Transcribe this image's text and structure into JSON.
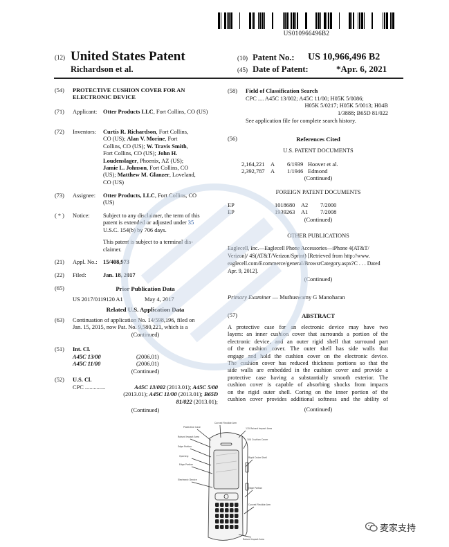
{
  "barcode_number": "US010966496B2",
  "header": {
    "code12": "(12)",
    "doc_type": "United States Patent",
    "inventors_short": "Richardson et al.",
    "code10": "(10)",
    "patent_no_label": "Patent No.:",
    "patent_no": "US 10,966,496 B2",
    "code45": "(45)",
    "date_label": "Date of Patent:",
    "date": "*Apr. 6, 2021"
  },
  "left": {
    "f54": {
      "code": "(54)",
      "title": "PROTECTIVE CUSHION COVER FOR AN ELECTRONIC DEVICE"
    },
    "f71": {
      "code": "(71)",
      "label": "Applicant:",
      "name": "Otter Products LLC",
      "rest": ", Fort Collins, CO (US)"
    },
    "f72": {
      "code": "(72)",
      "label": "Inventors:",
      "lines": [
        [
          {
            "t": "Curtis R. Richardson",
            "b": true
          },
          {
            "t": ", Fort Collins,"
          }
        ],
        [
          {
            "t": "CO (US); "
          },
          {
            "t": "Alan V. Morine",
            "b": true
          },
          {
            "t": ", Fort"
          }
        ],
        [
          {
            "t": "Collins, CO (US); "
          },
          {
            "t": "W. Travis Smith",
            "b": true
          },
          {
            "t": ","
          }
        ],
        [
          {
            "t": "Fort Collins, CO (US); "
          },
          {
            "t": "John H.",
            "b": true
          }
        ],
        [
          {
            "t": "Loudenslager",
            "b": true
          },
          {
            "t": ", Phoenix, AZ (US);"
          }
        ],
        [
          {
            "t": "Jamie L. Johnson",
            "b": true
          },
          {
            "t": ", Fort Collins, CO"
          }
        ],
        [
          {
            "t": "(US); "
          },
          {
            "t": "Matthew M. Glanzer",
            "b": true
          },
          {
            "t": ", Loveland,"
          }
        ],
        [
          {
            "t": "CO (US)"
          }
        ]
      ]
    },
    "f73": {
      "code": "(73)",
      "label": "Assignee:",
      "name": "Otter Products, LLC",
      "rest": ", Fort Collins, CO",
      "rest2": "(US)"
    },
    "notice": {
      "code": "( * )",
      "label": "Notice:",
      "lines": [
        "Subject to any disclaimer, the term of this",
        "patent is extended or adjusted under 35",
        "U.S.C. 154(b) by 706 days."
      ],
      "lines2": [
        "This patent is subject to a terminal dis-",
        "claimer."
      ]
    },
    "f21": {
      "code": "(21)",
      "label": "Appl. No.:",
      "value": "15/408,973"
    },
    "f22": {
      "code": "(22)",
      "label": "Filed:",
      "value": "Jan. 18, 2017"
    },
    "f65": {
      "code": "(65)",
      "heading": "Prior Publication Data",
      "pub": "US 2017/0119120 A1",
      "pub_date": "May 4, 2017"
    },
    "related_heading": "Related U.S. Application Data",
    "f63": {
      "code": "(63)",
      "lines": [
        "Continuation of application No. 14/598,196, filed on",
        "Jan. 15, 2015, now Pat. No. 9,580,221, which is a"
      ],
      "continued": "(Continued)"
    },
    "f51": {
      "code": "(51)",
      "label": "Int. Cl.",
      "rows": [
        {
          "cls": "A45C 13/00",
          "date": "(2006.01)"
        },
        {
          "cls": "A45C 11/00",
          "date": "(2006.01)"
        }
      ],
      "continued": "(Continued)"
    },
    "f52": {
      "code": "(52)",
      "label": "U.S. Cl.",
      "cpc": "CPC ..............",
      "lines": [
        [
          {
            "t": "A45C 13/002",
            "b": true
          },
          {
            "t": " (2013.01); "
          },
          {
            "t": "A45C 5/00",
            "b": true
          }
        ],
        [
          {
            "t": "(2013.01); "
          },
          {
            "t": "A45C 11/00",
            "b": true
          },
          {
            "t": " (2013.01); "
          },
          {
            "t": "B65D",
            "b": true
          }
        ],
        [
          {
            "t": "81/022",
            "b": true
          },
          {
            "t": " (2013.01);"
          }
        ]
      ],
      "continued": "(Continued)"
    }
  },
  "right": {
    "f58": {
      "code": "(58)",
      "heading": "Field of Classification Search",
      "lines": [
        "CPC .... A45C 13/002; A45C 11/00; H05K 5/0086;",
        "H05K 5/0217; H05K 5/0013; H04B",
        "1/3888; B65D 81/022"
      ],
      "see": "See application file for complete search history."
    },
    "f56": {
      "code": "(56)",
      "heading": "References Cited",
      "us_heading": "U.S. PATENT DOCUMENTS",
      "us_rows": [
        {
          "num": "2,164,221",
          "kind": "A",
          "date": "6/1939",
          "name": "Hoover et al."
        },
        {
          "num": "2,392,787",
          "kind": "A",
          "date": "1/1946",
          "name": "Edmond"
        }
      ],
      "us_continued": "(Continued)",
      "foreign_heading": "FOREIGN PATENT DOCUMENTS",
      "foreign_rows": [
        {
          "cc": "EP",
          "num": "1018680",
          "kind": "A2",
          "date": "7/2000"
        },
        {
          "cc": "EP",
          "num": "1939263",
          "kind": "A1",
          "date": "7/2008"
        }
      ],
      "foreign_continued": "(Continued)",
      "other_heading": "OTHER PUBLICATIONS",
      "other_lines": [
        "Eaglecell, Inc.—Eaglecell Phone Accessories—iPhone 4(AT&T/",
        "Verizon)/ 4S(AT&T/Verizon/Sprint) [Retrieved from http://www.",
        "eaglecell.com/Ecommerce/general/BrowsrCategory.aspx?C . . . Dated",
        "Apr. 9, 2012]."
      ],
      "other_continued": "(Continued)"
    },
    "examiner": {
      "label": "Primary Examiner",
      "dash": " — ",
      "name": "Muthuswamy G Manoharan"
    },
    "f57": {
      "code": "(57)",
      "heading": "ABSTRACT",
      "lines": [
        "A protective case for an electronic device may have two",
        "layers: an inner cushion cover that surrounds a portion of the",
        "electronic device, and an outer rigid shell that surround part",
        "of the cushion cover. The outer shell has side walls that",
        "engage and hold the cushion cover on the electronic device.",
        "The cushion cover has reduced thickness portions so that the",
        "side walls are embedded in the cushion cover and provide a",
        "protective case having a substantially smooth exterior. The",
        "cushion cover is capable of absorbing shocks from impacts",
        "on the rigid outer shell. Coring on the inner portion of the",
        "cushion cover provides additional softness and the ability of"
      ],
      "continued": "(Continued)"
    }
  },
  "figure": {
    "labels": [
      "Curved Flexible Arm",
      "Protective Case",
      "115 Raised Impact Area",
      "104 Cushion Cover",
      "Raised Impact Area",
      "Edge Portion",
      "Opening",
      "Edge Portion",
      "Rigid Outer Shell",
      "Electronic Device",
      "Edge Portion",
      "Curved Flexible Arm",
      "Raised Impact Area"
    ]
  },
  "wechat": {
    "icon": "wechat-icon",
    "text": "麦家支持"
  },
  "colors": {
    "link": "#1d4f9c",
    "watermark": "#c9d7ea"
  }
}
